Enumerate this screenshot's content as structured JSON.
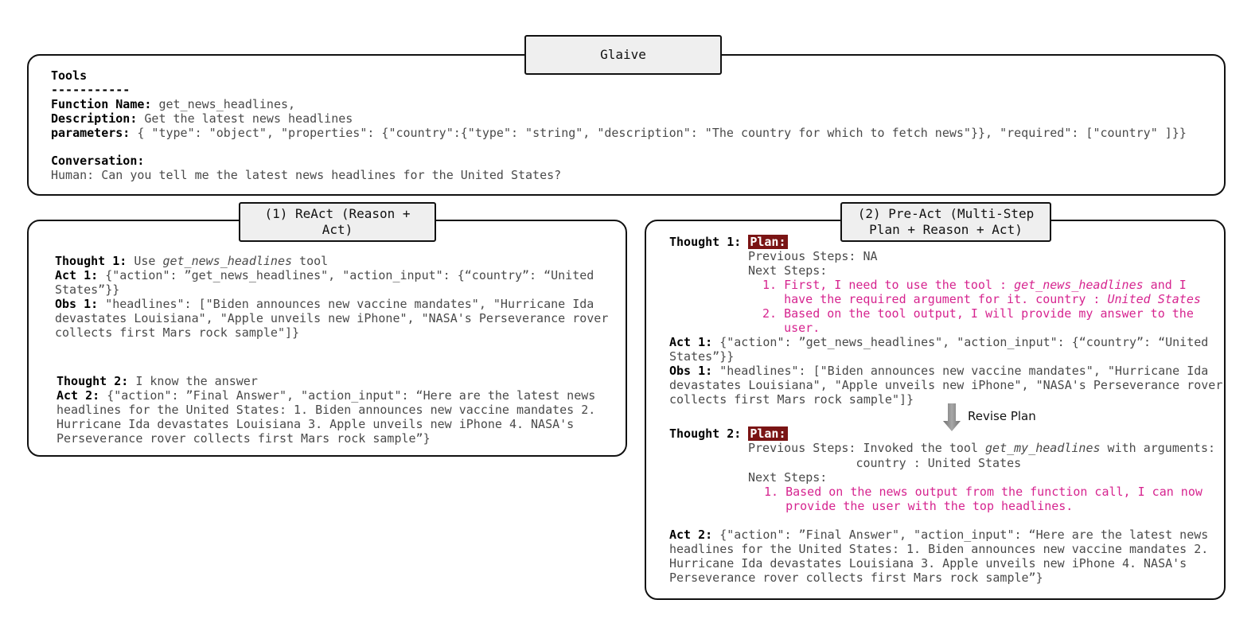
{
  "glaive": {
    "title": "Glaive",
    "tools_label": "Tools",
    "dashes": "-----------",
    "fn_label": "Function Name:",
    "fn_value": " get_news_headlines,",
    "desc_label": "Description:",
    "desc_value": " Get the latest news headlines",
    "params_label": "parameters:",
    "params_value": " { \"type\": \"object\", \"properties\": {\"country\":{\"type\": \"string\", \"description\": \"The country for which to fetch news\"}}, \"required\": [\"country\" ]}}",
    "conv_label": "Conversation:",
    "human": "Human: Can you tell me the latest news headlines for the United States?"
  },
  "react": {
    "title": "(1) ReAct (Reason + Act)",
    "thought1_label": "Thought 1:",
    "thought1_pre": " Use ",
    "thought1_tool": "get_news_headlines",
    "thought1_post": " tool",
    "act1_label": "Act 1:",
    "act1_l1": " {\"action\": ”get_news_headlines\", \"action_input\": {“country”: “United",
    "act1_l2": "States”}}",
    "obs1_label": "Obs 1:",
    "obs1_l1": " \"headlines\": [\"Biden announces new vaccine mandates\", \"Hurricane Ida",
    "obs1_l2": "devastates Louisiana\", \"Apple unveils new iPhone\", \"NASA's Perseverance rover",
    "obs1_l3": "collects first Mars rock sample\"]}",
    "thought2_label": "Thought 2:",
    "thought2_value": " I know the answer",
    "act2_label": "Act 2:",
    "act2_l1": " {\"action\": ”Final Answer\", \"action_input\": “Here are the latest news",
    "act2_l2": "headlines for the United States: 1. Biden announces new vaccine mandates 2.",
    "act2_l3": "Hurricane Ida devastates Louisiana 3. Apple unveils new iPhone 4. NASA's",
    "act2_l4": "Perseverance rover collects first Mars rock sample”}"
  },
  "preact": {
    "title": "(2) Pre-Act (Multi-Step Plan + Reason + Act)",
    "thought1_label": "Thought 1:",
    "plan_label": "Plan:",
    "prev1": "Previous Steps: NA",
    "next_label": "Next Steps:",
    "step1_l1_pre": "1. First, I need to use the tool : ",
    "step1_tool": "get_news_headlines",
    "step1_l1_post": " and I",
    "step1_l2_pre": "   have the required argument for it. country : ",
    "step1_country": "United States",
    "step2_l1": "2. Based on the tool output, I will provide my answer to the",
    "step2_l2": "   user.",
    "act1_label": "Act 1:",
    "act1_l1": " {\"action\": ”get_news_headlines\", \"action_input\": {“country”: “United",
    "act1_l2": "States”}}",
    "obs1_label": "Obs 1:",
    "obs1_l1": " \"headlines\": [\"Biden announces new vaccine mandates\", \"Hurricane Ida",
    "obs1_l2": "devastates Louisiana\", \"Apple unveils new iPhone\", \"NASA's Perseverance rover",
    "obs1_l3": "collects first Mars rock sample\"]}",
    "revise_label": "Revise Plan",
    "thought2_label": "Thought 2:",
    "plan2_label": "Plan:",
    "prev2_pre": "Previous Steps: Invoked the tool ",
    "prev2_tool": "get_my_headlines",
    "prev2_post": " with arguments:",
    "prev2_l2": "               country : United States",
    "next2_label": "Next Steps:",
    "step21_l1": "1. Based on the news output from the function call, I can now",
    "step21_l2": "   provide the user with the top headlines.",
    "act2_label": "Act 2:",
    "act2_l1": " {\"action\": ”Final Answer\", \"action_input\": “Here are the latest news",
    "act2_l2": "headlines for the United States: 1. Biden announces new vaccine mandates 2.",
    "act2_l3": "Hurricane Ida devastates Louisiana 3. Apple unveils new iPhone 4. NASA's",
    "act2_l4": "Perseverance rover collects first Mars rock sample”}"
  }
}
